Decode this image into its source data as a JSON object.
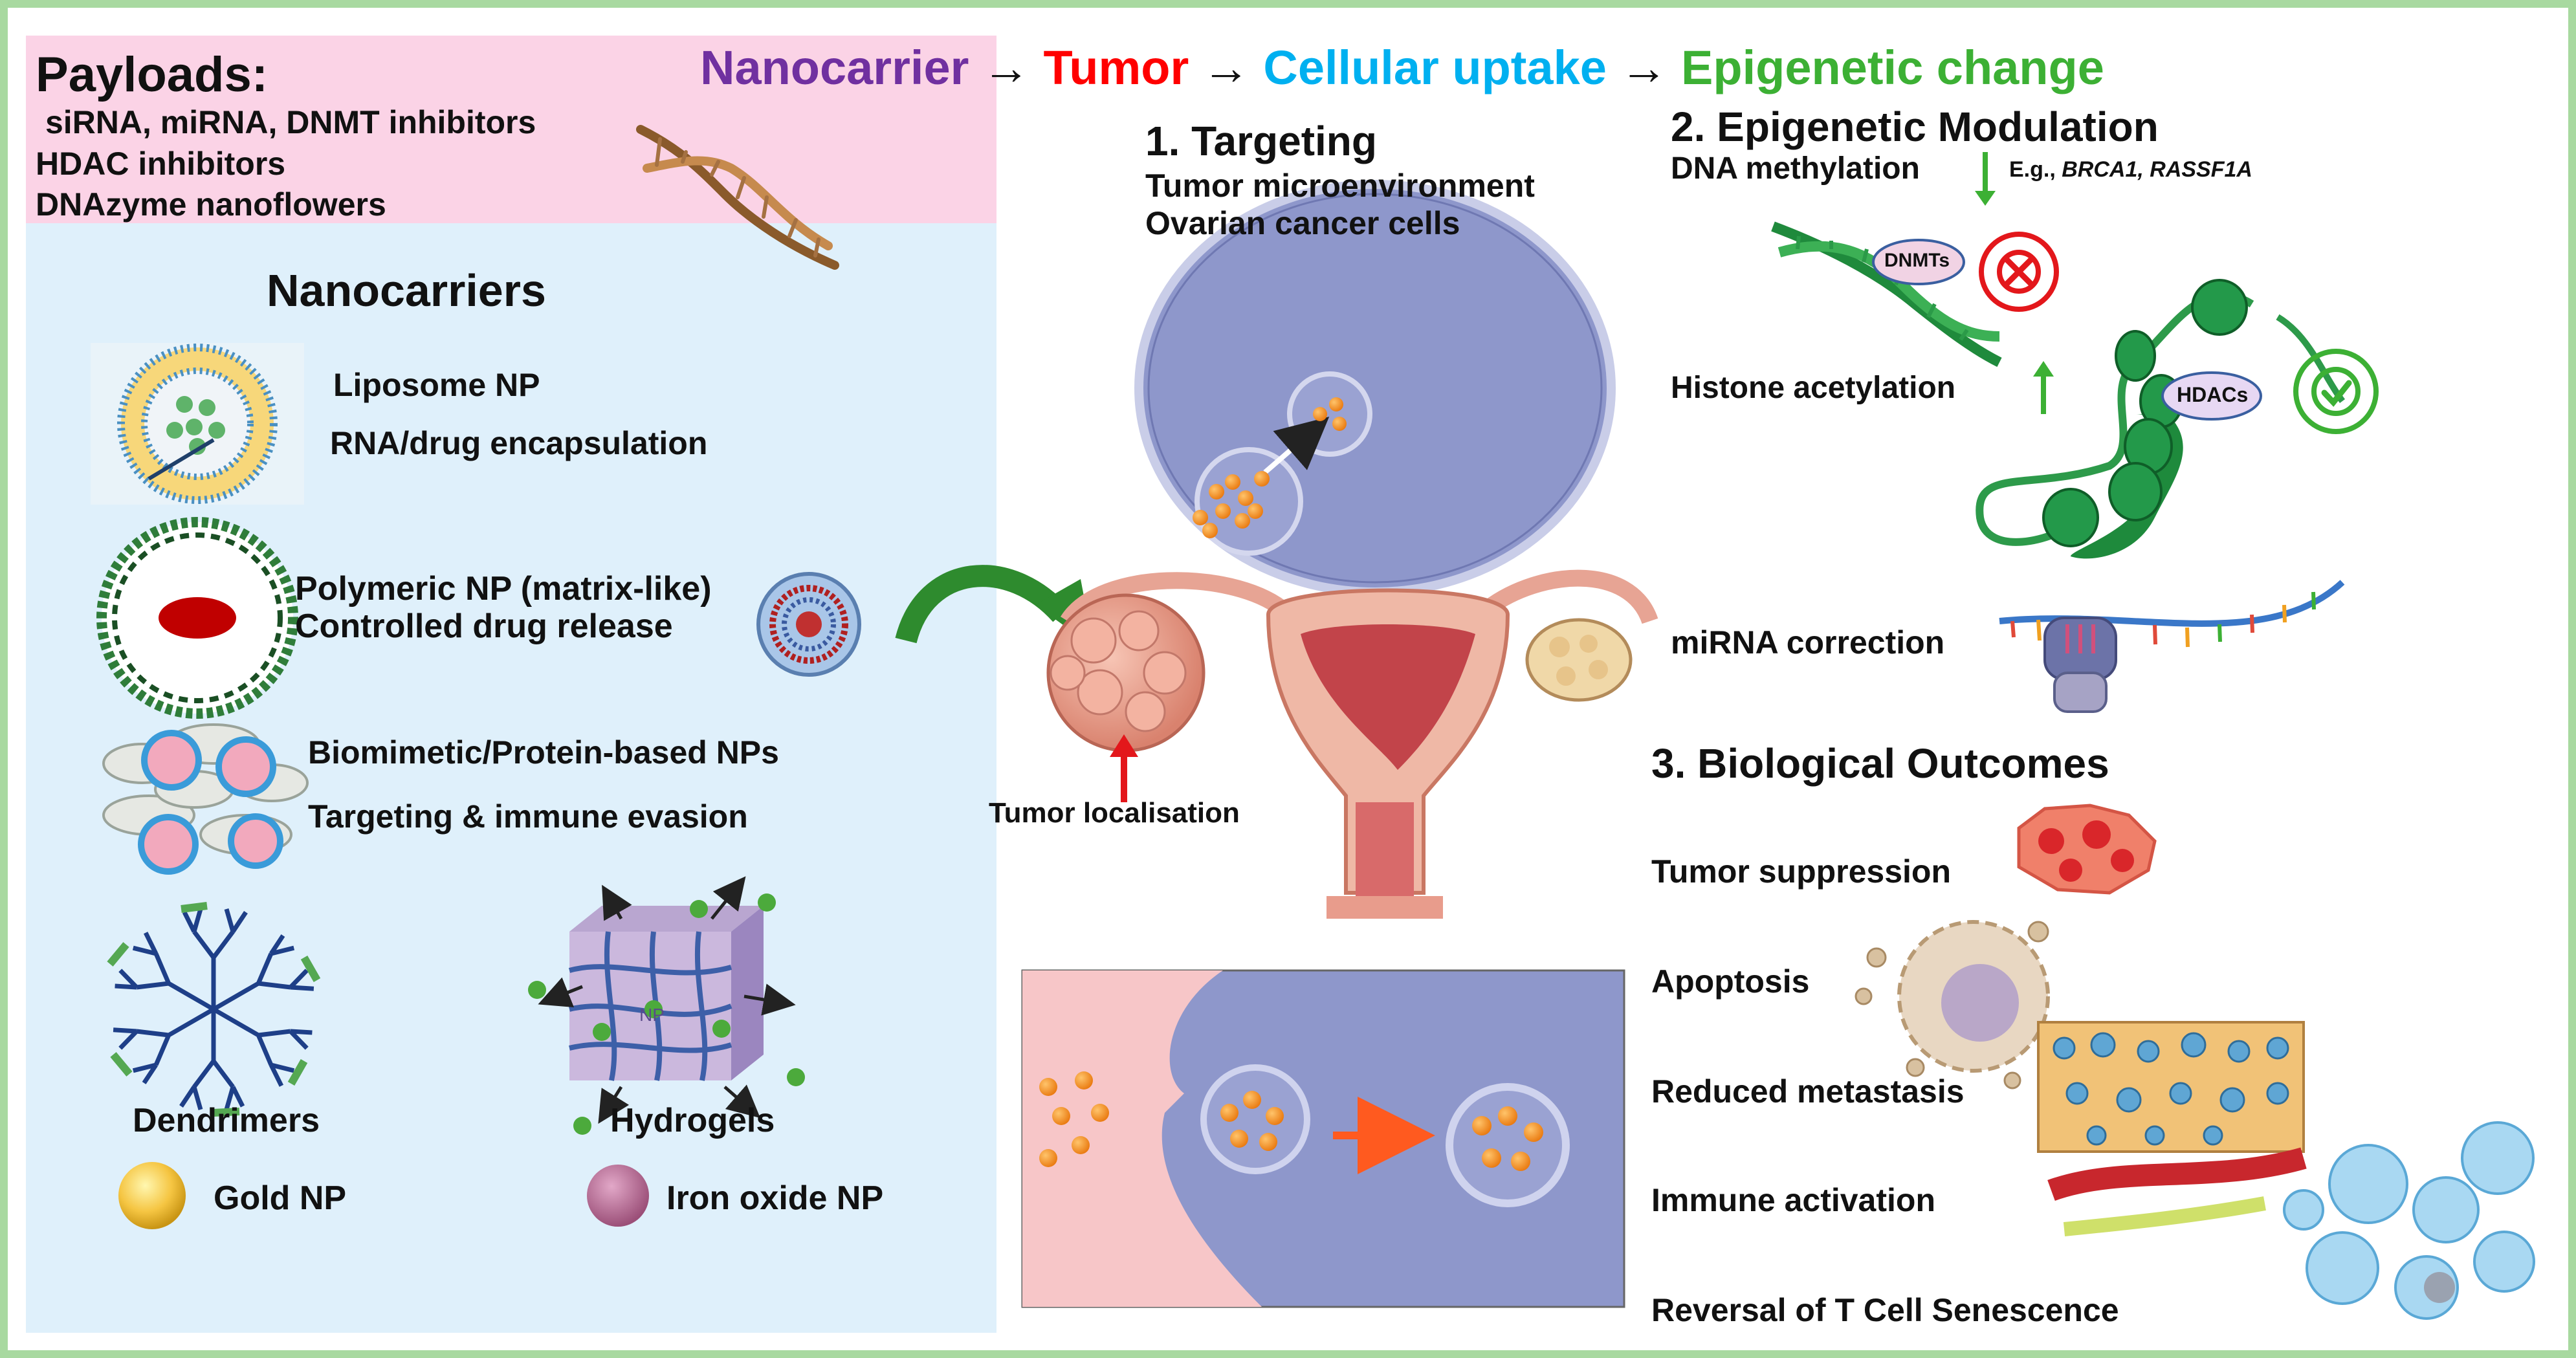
{
  "flow": {
    "nanocarrier": "Nanocarrier",
    "arrow1": "→",
    "tumor": "Tumor",
    "arrow2": "→",
    "uptake": "Cellular uptake",
    "arrow3": "→",
    "epigenetic": "Epigenetic change",
    "colors": {
      "nanocarrier": "#7030a0",
      "tumor": "#ff0000",
      "uptake": "#00b0f0",
      "epigenetic": "#3cb034"
    }
  },
  "payloads": {
    "title": "Payloads:",
    "items": [
      "siRNA, miRNA, DNMT inhibitors",
      "HDAC inhibitors",
      "DNAzyme nanoflowers"
    ]
  },
  "nanocarriers": {
    "title": "Nanocarriers",
    "liposome": {
      "line1": "Liposome NP",
      "line2": "RNA/drug encapsulation"
    },
    "polymeric": {
      "line1": "Polymeric NP (matrix-like)",
      "line2": "Controlled drug release"
    },
    "biomimetic": {
      "line1": "Biomimetic/Protein-based NPs",
      "line2": "Targeting & immune evasion"
    },
    "dendrimers": "Dendrimers",
    "hydrogels": "Hydrogels",
    "hydrogel_tag": "NP",
    "gold": "Gold NP",
    "iron": "Iron oxide NP"
  },
  "targeting": {
    "title": "1. Targeting",
    "line1": "Tumor microenvironment",
    "line2": "Ovarian cancer cells",
    "tumor_label": "Tumor localisation"
  },
  "epigenetic": {
    "title": "2. Epigenetic Modulation",
    "dna_methylation": "DNA methylation",
    "eg": "E.g.,",
    "genes": "BRCA1, RASSF1A",
    "dnmts": "DNMTs",
    "histone": "Histone acetylation",
    "hdacs": "HDACs",
    "mirna": "miRNA correction"
  },
  "outcomes": {
    "title": "3. Biological Outcomes",
    "items": [
      "Tumor suppression",
      "Apoptosis",
      "Reduced metastasis",
      "Immune activation",
      "Reversal of T Cell Senescence"
    ]
  }
}
